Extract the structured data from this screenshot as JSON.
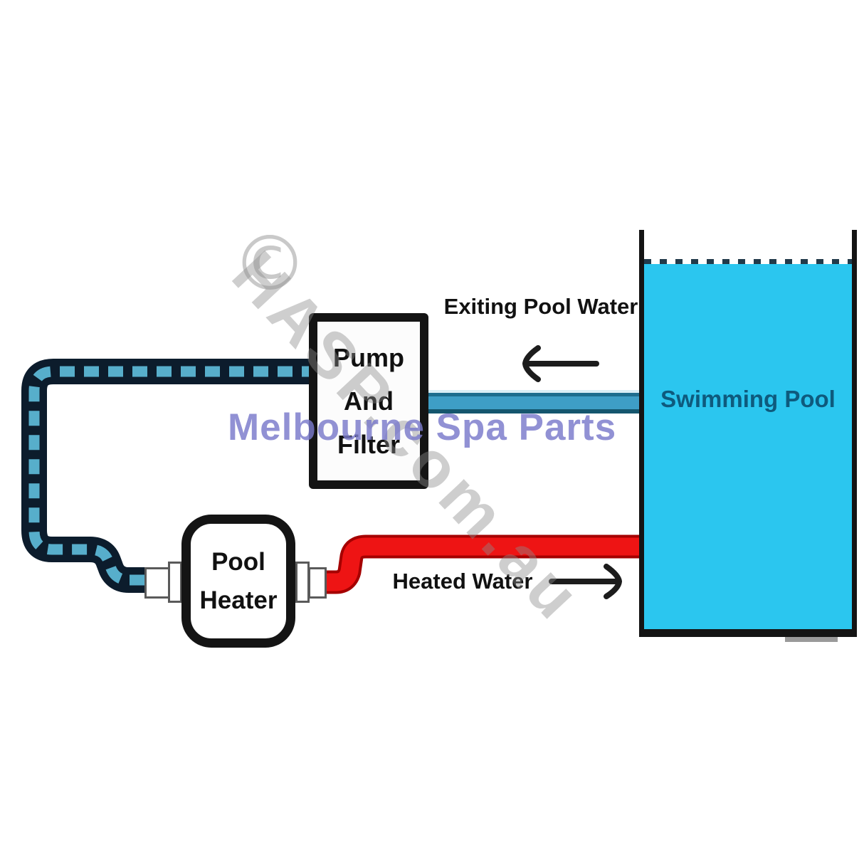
{
  "pool": {
    "label": "Swimming Pool"
  },
  "pump": {
    "lines": [
      "Pump",
      "And",
      "Filter"
    ]
  },
  "heater": {
    "lines": [
      "Pool",
      "Heater"
    ]
  },
  "labels": {
    "exiting": "Exiting Pool Water",
    "heated": "Heated Water"
  },
  "watermark": {
    "copyright": "©",
    "diagonal": "HASP.com.au",
    "brand": "Melbourne Spa Parts"
  },
  "colors": {
    "water": "#2bc6ef",
    "pool-label": "#0e5a7d",
    "pipe-blue": "#3e9ec6",
    "pipe-blue-dark": "#14566e",
    "pipe-red": "#ee1414",
    "pipe-red-dark": "#a50000",
    "pipe-tube": "#0c1c2c",
    "pipe-dash": "#57aecb",
    "box-border": "#141414",
    "ink": "#111111",
    "brand-watermark": "#7a7acb",
    "gray-watermark": "#8c8c8c"
  }
}
